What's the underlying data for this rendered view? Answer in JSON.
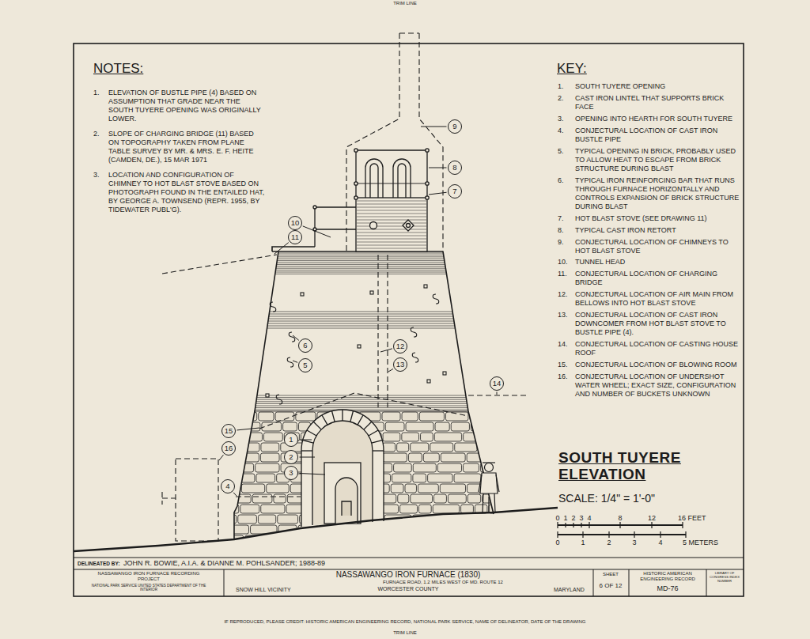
{
  "diagram": {
    "title": "SOUTH TUYERE ELEVATION",
    "nodes": [
      {
        "text": [
          "9"
        ]
      },
      {
        "text": [
          "8"
        ]
      },
      {
        "text": [
          "7"
        ]
      },
      {
        "text": [
          "10"
        ]
      },
      {
        "text": [
          "11"
        ]
      },
      {
        "text": [
          "6"
        ]
      },
      {
        "text": [
          "12"
        ]
      },
      {
        "text": [
          "5"
        ]
      },
      {
        "text": [
          "13"
        ]
      },
      {
        "text": [
          "14"
        ]
      },
      {
        "text": [
          "15"
        ]
      },
      {
        "text": [
          "1"
        ]
      },
      {
        "text": [
          "16"
        ]
      },
      {
        "text": [
          "2"
        ]
      },
      {
        "text": [
          "3"
        ]
      },
      {
        "text": [
          "4"
        ]
      }
    ],
    "labels": [
      "TRIM LINE",
      "NOTES:",
      "1.",
      "ELEVATION OF BUSTLE PIPE (4) BASED ON ASSUMPTION THAT GRADE NEAR THE SOUTH TUYERE OPENING WAS ORIGINALLY LOWER.",
      "2.",
      "SLOPE OF CHARGING BRIDGE (11) BASED ON TOPOGRAPHY TAKEN FROM PLANE TABLE SURVEY BY MR. & MRS. E. F. HEITE (CAMDEN, DE.), 15 MAR 1971",
      "3.",
      "LOCATION AND CONFIGURATION OF CHIMNEY TO HOT BLAST STOVE BASED ON PHOTOGRAPH FOUND IN THE ENTAILED HAT, BY GEORGE A. TOWNSEND (REPR. 1955, BY TIDEWATER PUBL'G).",
      "KEY:",
      "1.",
      "SOUTH TUYERE OPENING",
      "2.",
      "CAST IRON LINTEL THAT SUPPORTS BRICK FACE",
      "3.",
      "OPENING INTO HEARTH FOR SOUTH TUYERE",
      "4.",
      "CONJECTURAL LOCATION OF CAST IRON BUSTLE PIPE",
      "5.",
      "TYPICAL OPENING IN BRICK, PROBABLY USED TO ALLOW HEAT TO ESCAPE FROM BRICK STRUCTURE DURING BLAST",
      "6.",
      "TYPICAL IRON REINFORCING BAR THAT RUNS THROUGH FURNACE HORIZONTALLY AND CONTROLS EXPANSION OF BRICK STRUCTURE DURING BLAST",
      "7.",
      "HOT BLAST STOVE (SEE DRAWING 11)",
      "8.",
      "TYPICAL CAST IRON RETORT",
      "9.",
      "CONJECTURAL LOCATION OF CHIMNEYS TO HOT BLAST STOVE",
      "10.",
      "TUNNEL HEAD",
      "11.",
      "CONJECTURAL LOCATION OF CHARGING BRIDGE",
      "12.",
      "CONJECTURAL LOCATION OF AIR MAIN FROM BELLOWS INTO HOT BLAST STOVE",
      "13.",
      "CONJECTURAL LOCATION OF CAST IRON DOWNCOMER FROM HOT BLAST STOVE TO BUSTLE PIPE (4).",
      "14.",
      "CONJECTURAL LOCATION OF CASTING HOUSE ROOF",
      "15.",
      "CONJECTURAL LOCATION OF BLOWING ROOM",
      "16.",
      "CONJECTURAL LOCATION OF UNDERSHOT WATER WHEEL; EXACT SIZE, CONFIGURATION AND NUMBER OF BUCKETS UNKNOWN",
      "SCALE: 1/4\" = 1'-0\"",
      "0",
      "1",
      "2",
      "3",
      "4",
      "8",
      "12",
      "16 FEET",
      "0",
      "1",
      "2",
      "3",
      "4",
      "5 METERS",
      "DELINEATED BY:",
      "JOHN R. BOWIE, A.I.A. & DIANNE M. POHLSANDER; 1988-89",
      "NASSAWANGO IRON FURNACE RECORDING PROJECT",
      "NATIONAL PARK SERVICE UNITED STATES DEPARTMENT OF THE INTERIOR",
      "NASSAWANGO IRON FURNACE (1830)",
      "FURNACE ROAD, 1.2 MILES WEST OF MD. ROUTE 12",
      "SNOW HILL VICINITY",
      "WORCESTER COUNTY",
      "MARYLAND",
      "SHEET",
      "6 OF 12",
      "HISTORIC AMERICAN ENGINEERING RECORD",
      "MD-76",
      "LIBRARY OF CONGRESS INDEX NUMBER",
      "IF REPRODUCED, PLEASE CREDIT: HISTORIC AMERICAN ENGINEERING RECORD, NATIONAL PARK SERVICE, NAME OF DELINEATOR, DATE OF THE DRAWING",
      "TRIM LINE"
    ]
  }
}
